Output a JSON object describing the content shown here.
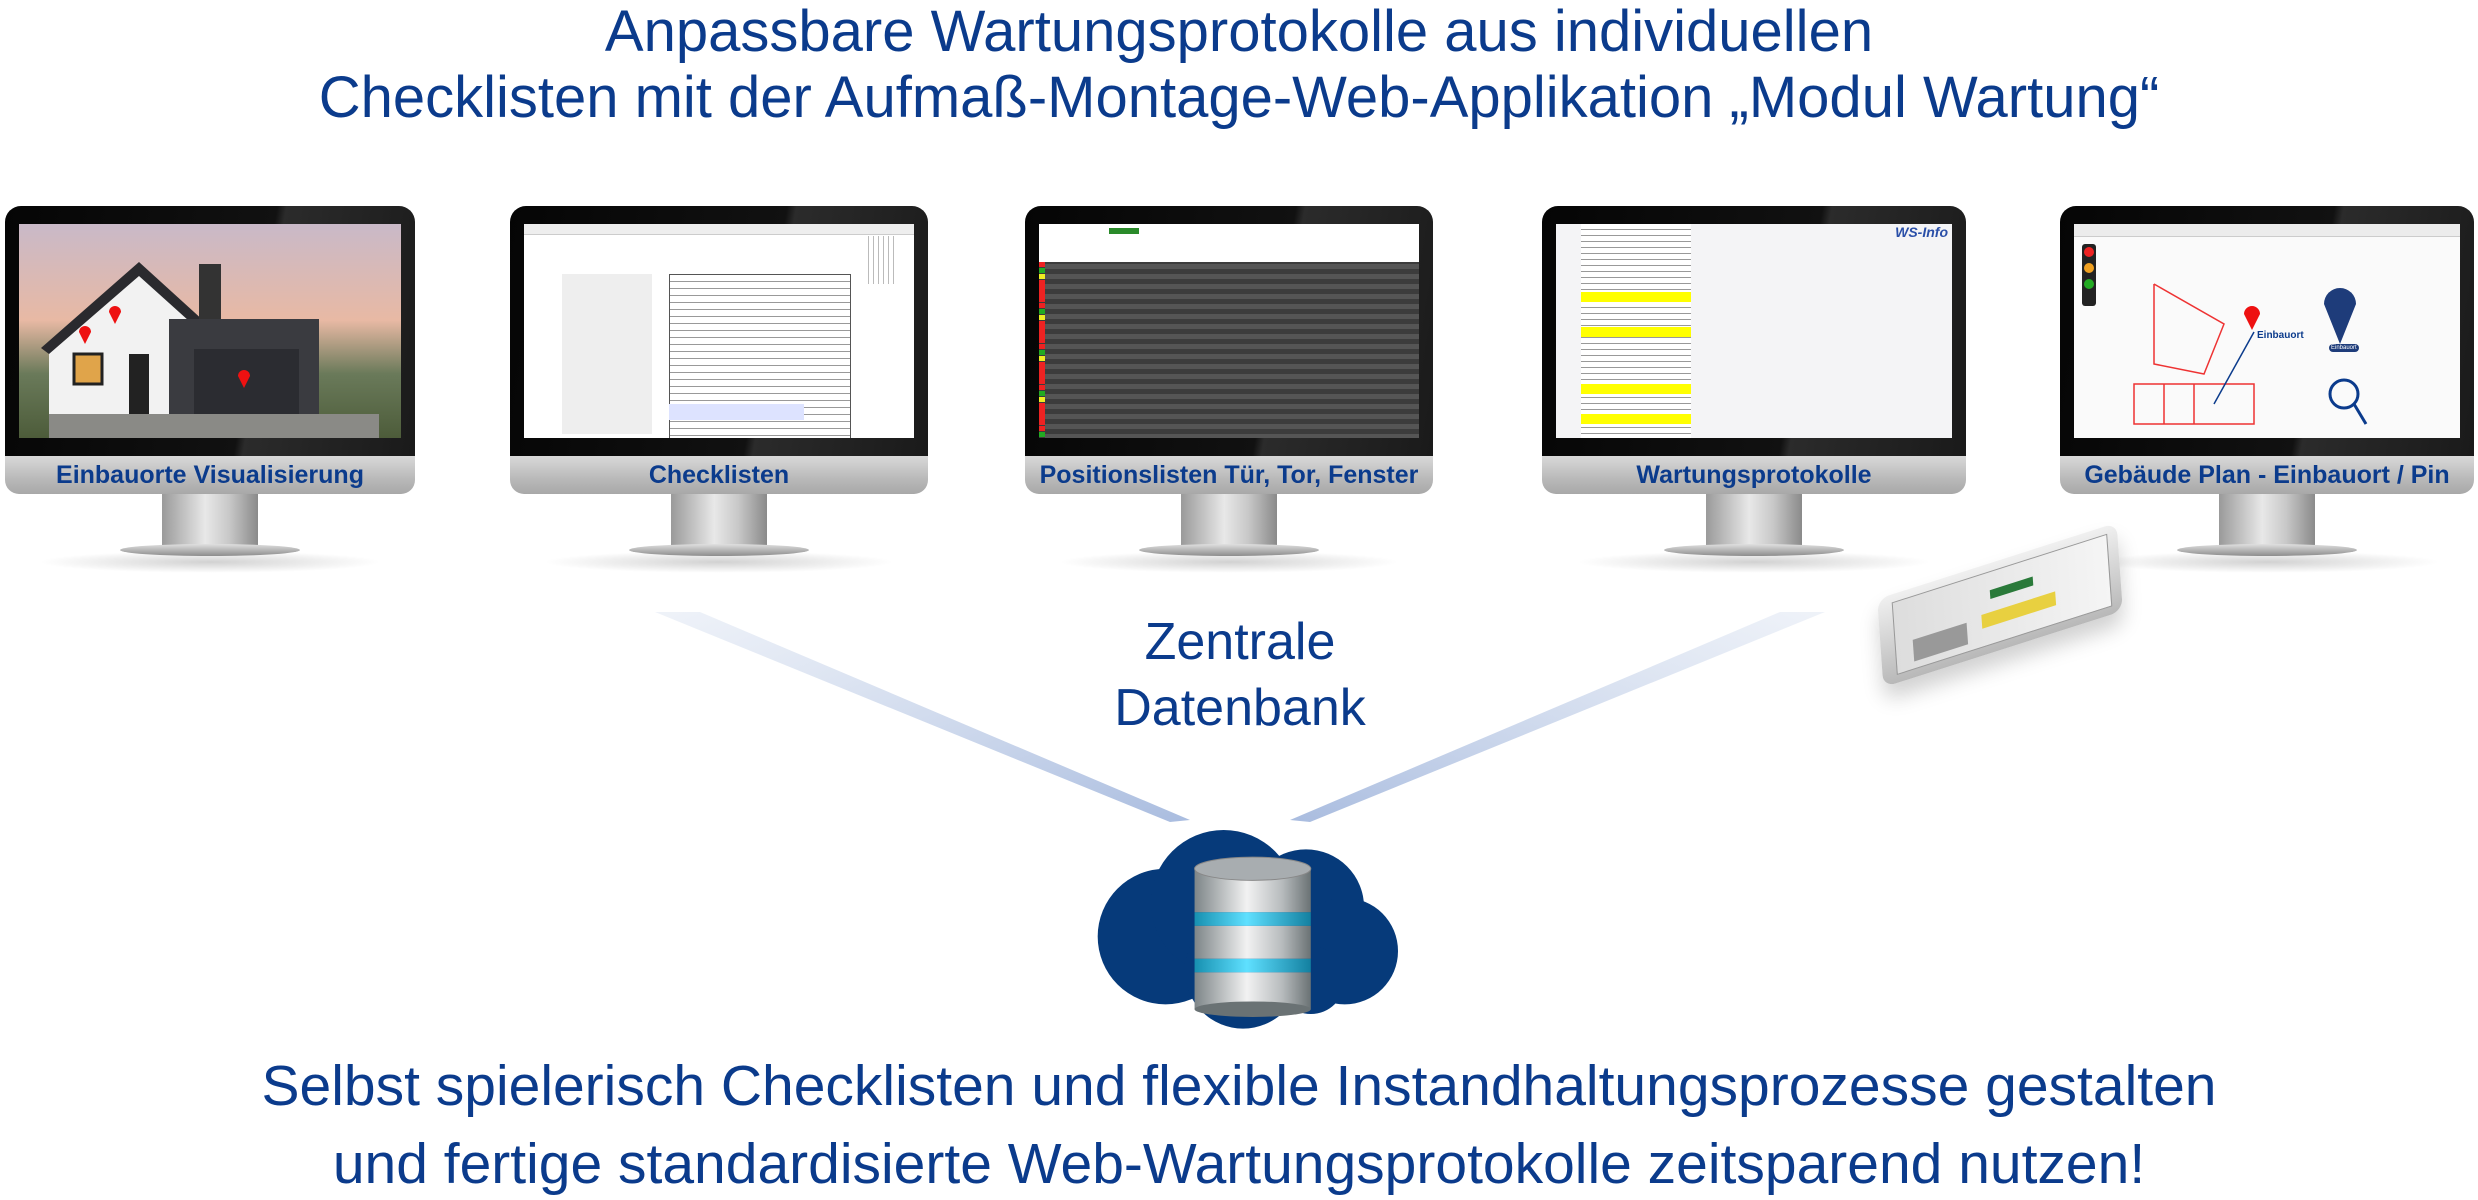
{
  "header": {
    "line1": "Anpassbare Wartungsprotokolle aus individuellen",
    "line2": "Checklisten mit der Aufmaß-Montage-Web-Applikation „Modul Wartung“"
  },
  "monitors": [
    {
      "label": "Einbauorte Visualisierung",
      "icon": "house-photo"
    },
    {
      "label": "Checklisten",
      "icon": "checklist-form"
    },
    {
      "label": "Positionslisten Tür, Tor, Fenster",
      "icon": "position-table"
    },
    {
      "label": "Wartungsprotokolle",
      "icon": "maintenance-form",
      "logo_text": "WS-Info"
    },
    {
      "label": "Gebäude Plan - Einbauort / Pin",
      "icon": "floor-plan",
      "pin_label": "Einbauort",
      "badge_label": "Einbauort"
    }
  ],
  "center": {
    "line1": "Zentrale",
    "line2": "Datenbank",
    "icon": "cloud-database"
  },
  "footer": {
    "line1": "Selbst spielerisch Checklisten und flexible Instandhaltungsprozesse gestalten",
    "line2": "und fertige standardisierte Web-Wartungsprotokolle zeitsparend nutzen!"
  },
  "colors": {
    "brand": "#0b3b8c",
    "cloud": "#063a7a",
    "db_ring": "#2ec4e8",
    "highlight": "#ffff00"
  }
}
